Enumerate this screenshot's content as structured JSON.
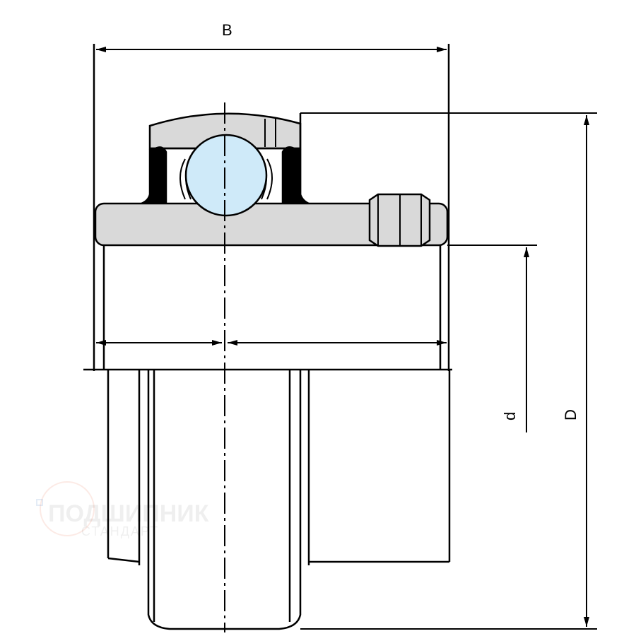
{
  "labels": {
    "width": "B",
    "bore": "d",
    "outer_diameter": "D"
  },
  "watermark": {
    "line1": "ПОДШИПНИК",
    "line2": "СТАНДАРТ"
  },
  "colors": {
    "ring_fill": "#d9d9d9",
    "ball_fill": "#cfeaf9",
    "line": "#000000"
  }
}
